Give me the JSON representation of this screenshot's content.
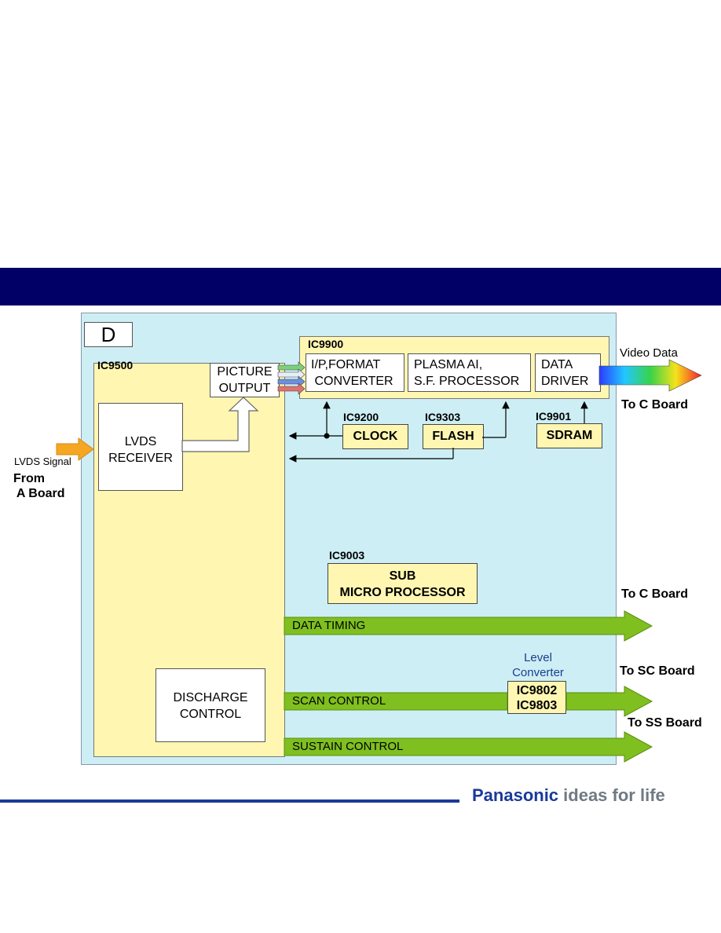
{
  "board_id": "D",
  "ic9500": {
    "ref": "IC9500"
  },
  "ic9900": {
    "ref": "IC9900"
  },
  "blocks": {
    "lvds_receiver": "LVDS\nRECEIVER",
    "picture_output": "PICTURE\nOUTPUT",
    "discharge_control": "DISCHARGE\nCONTROL",
    "ip_format_converter": "I/P,FORMAT\n CONVERTER",
    "plasma_ai": "PLASMA AI,\nS.F. PROCESSOR",
    "data_driver": "DATA\nDRIVER"
  },
  "ics": {
    "clock_ref": "IC9200",
    "clock": "CLOCK",
    "flash_ref": "IC9303",
    "flash": "FLASH",
    "sdram_ref": "IC9901",
    "sdram": "SDRAM",
    "submicro_ref": "IC9003",
    "submicro": "SUB\nMICRO PROCESSOR",
    "level_ics": "IC9802\nIC9803"
  },
  "labels": {
    "lvds_signal": "LVDS Signal",
    "from_a_board": "From\n A Board",
    "video_data": "Video Data",
    "to_c_board_1": "To C Board",
    "to_c_board_2": "To C Board",
    "to_sc_board": "To SC Board",
    "to_ss_board": "To SS Board",
    "level_converter": "Level\nConverter"
  },
  "buses": {
    "data_timing": "DATA TIMING",
    "scan_control": "SCAN CONTROL",
    "sustain_control": "SUSTAIN CONTROL"
  },
  "footer": {
    "brand": "Panasonic",
    "tagline": " ideas for life"
  },
  "colors": {
    "header": "#000066",
    "board": "#cdeef5",
    "ic": "#fff6b2",
    "bus": "#7fbf1f",
    "signal_in": "#f5a623",
    "brand": "#1a3a9a",
    "tagline": "#6f7a84"
  }
}
